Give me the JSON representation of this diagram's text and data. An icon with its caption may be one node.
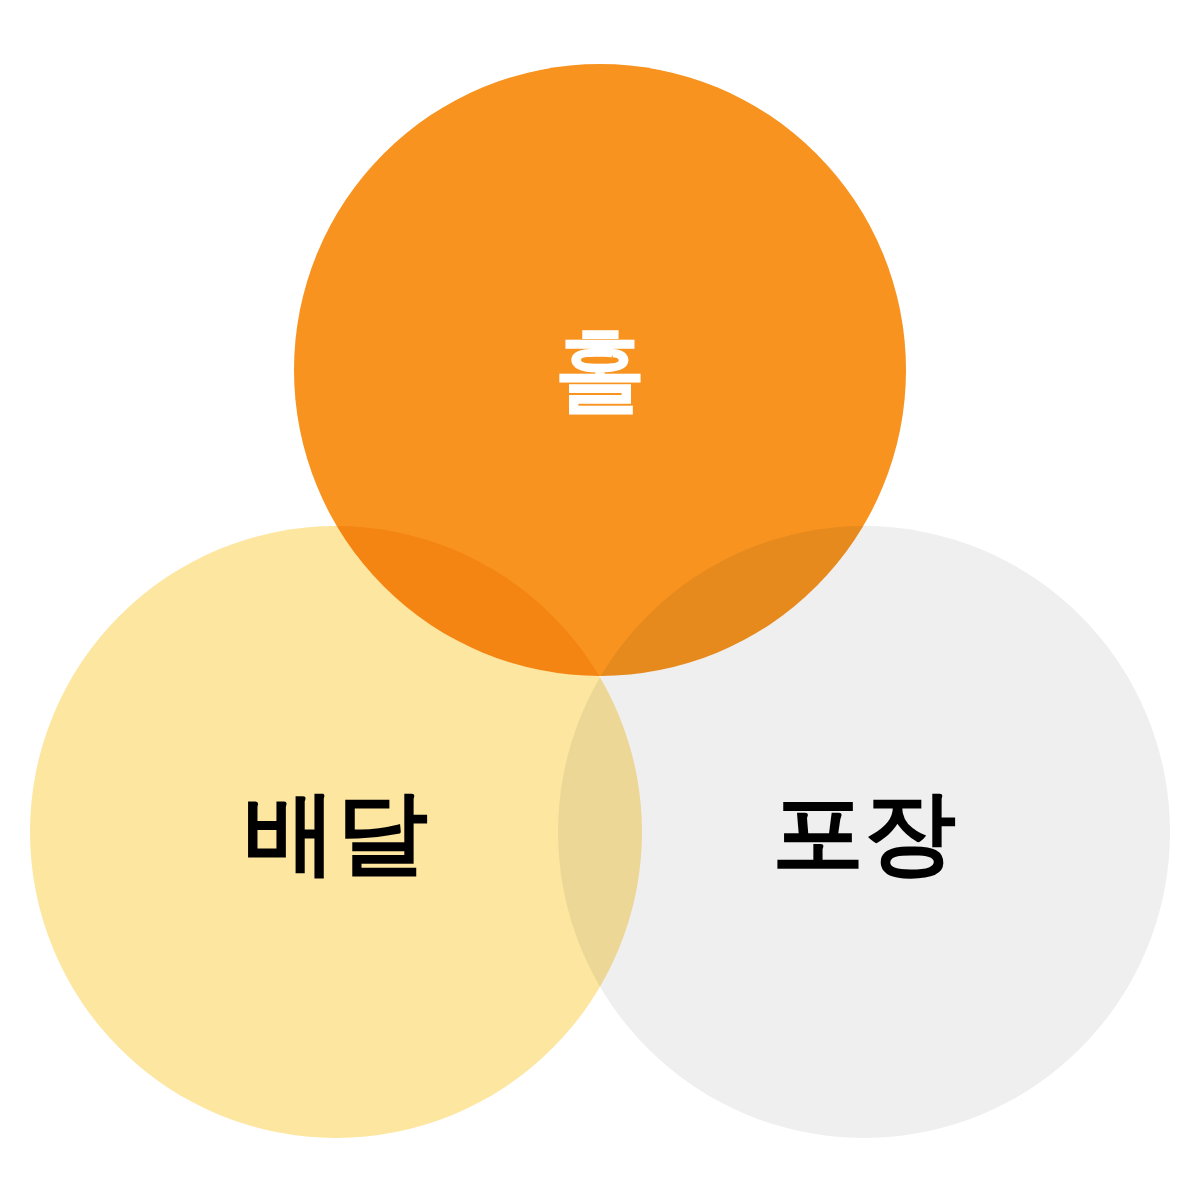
{
  "diagram": {
    "nodes": [
      {
        "text": [
          "홀"
        ]
      },
      {
        "text": [
          "배달"
        ]
      },
      {
        "text": [
          "포장"
        ]
      }
    ]
  }
}
